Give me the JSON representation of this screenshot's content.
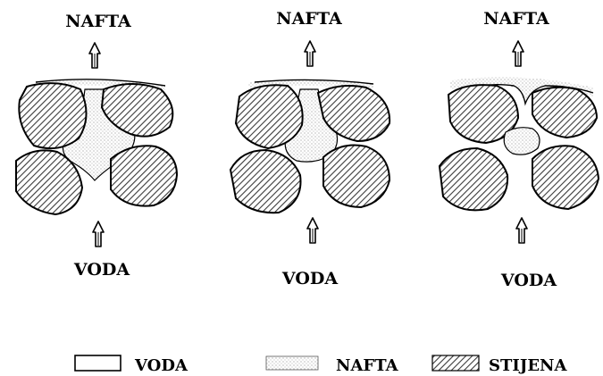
{
  "panels": [
    {
      "top_label": "NAFTA",
      "bottom_label": "VODA"
    },
    {
      "top_label": "NAFTA",
      "bottom_label": "VODA"
    },
    {
      "top_label": "NAFTA",
      "bottom_label": "VODA"
    }
  ],
  "legend": [
    {
      "label": "VODA",
      "swatch": "water"
    },
    {
      "label": "NAFTA",
      "swatch": "oil"
    },
    {
      "label": "STIJENA",
      "swatch": "rock"
    }
  ],
  "colors": {
    "ink": "#000000",
    "rock_hatch": "#3a3a3a",
    "oil_dot": "#6b6b6b",
    "background": "#ffffff"
  }
}
